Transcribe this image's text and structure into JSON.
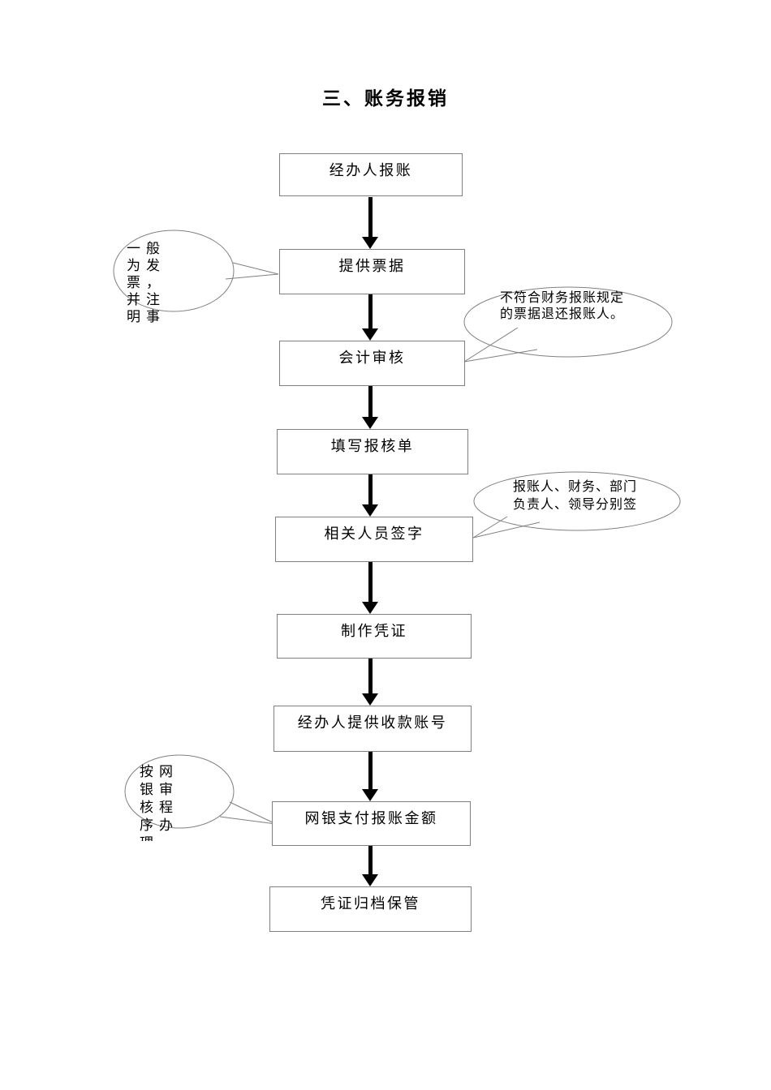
{
  "page": {
    "title": "三、账务报销"
  },
  "flow": {
    "steps": [
      {
        "label": "经办人报账"
      },
      {
        "label": "提供票据"
      },
      {
        "label": "会计审核"
      },
      {
        "label": "填写报核单"
      },
      {
        "label": "相关人员签字"
      },
      {
        "label": "制作凭证"
      },
      {
        "label": "经办人提供收款账号"
      },
      {
        "label": "网银支付报账金额"
      },
      {
        "label": "凭证归档保管"
      }
    ]
  },
  "callouts": [
    {
      "text": "一般为发票，并注明事由",
      "side": "left",
      "attached_to": "提供票据"
    },
    {
      "text": "不符合财务报账规定的票据退还报账人。",
      "side": "right",
      "attached_to": "会计审核"
    },
    {
      "text": "报账人、财务、部门负责人、领导分别签",
      "side": "right",
      "attached_to": "相关人员签字"
    },
    {
      "text": "按网银审核程序办理",
      "side": "left",
      "attached_to": "网银支付报账金额"
    }
  ],
  "colors": {
    "background": "#ffffff",
    "shape_border": "#808080",
    "arrow": "#000000",
    "text": "#000000"
  }
}
